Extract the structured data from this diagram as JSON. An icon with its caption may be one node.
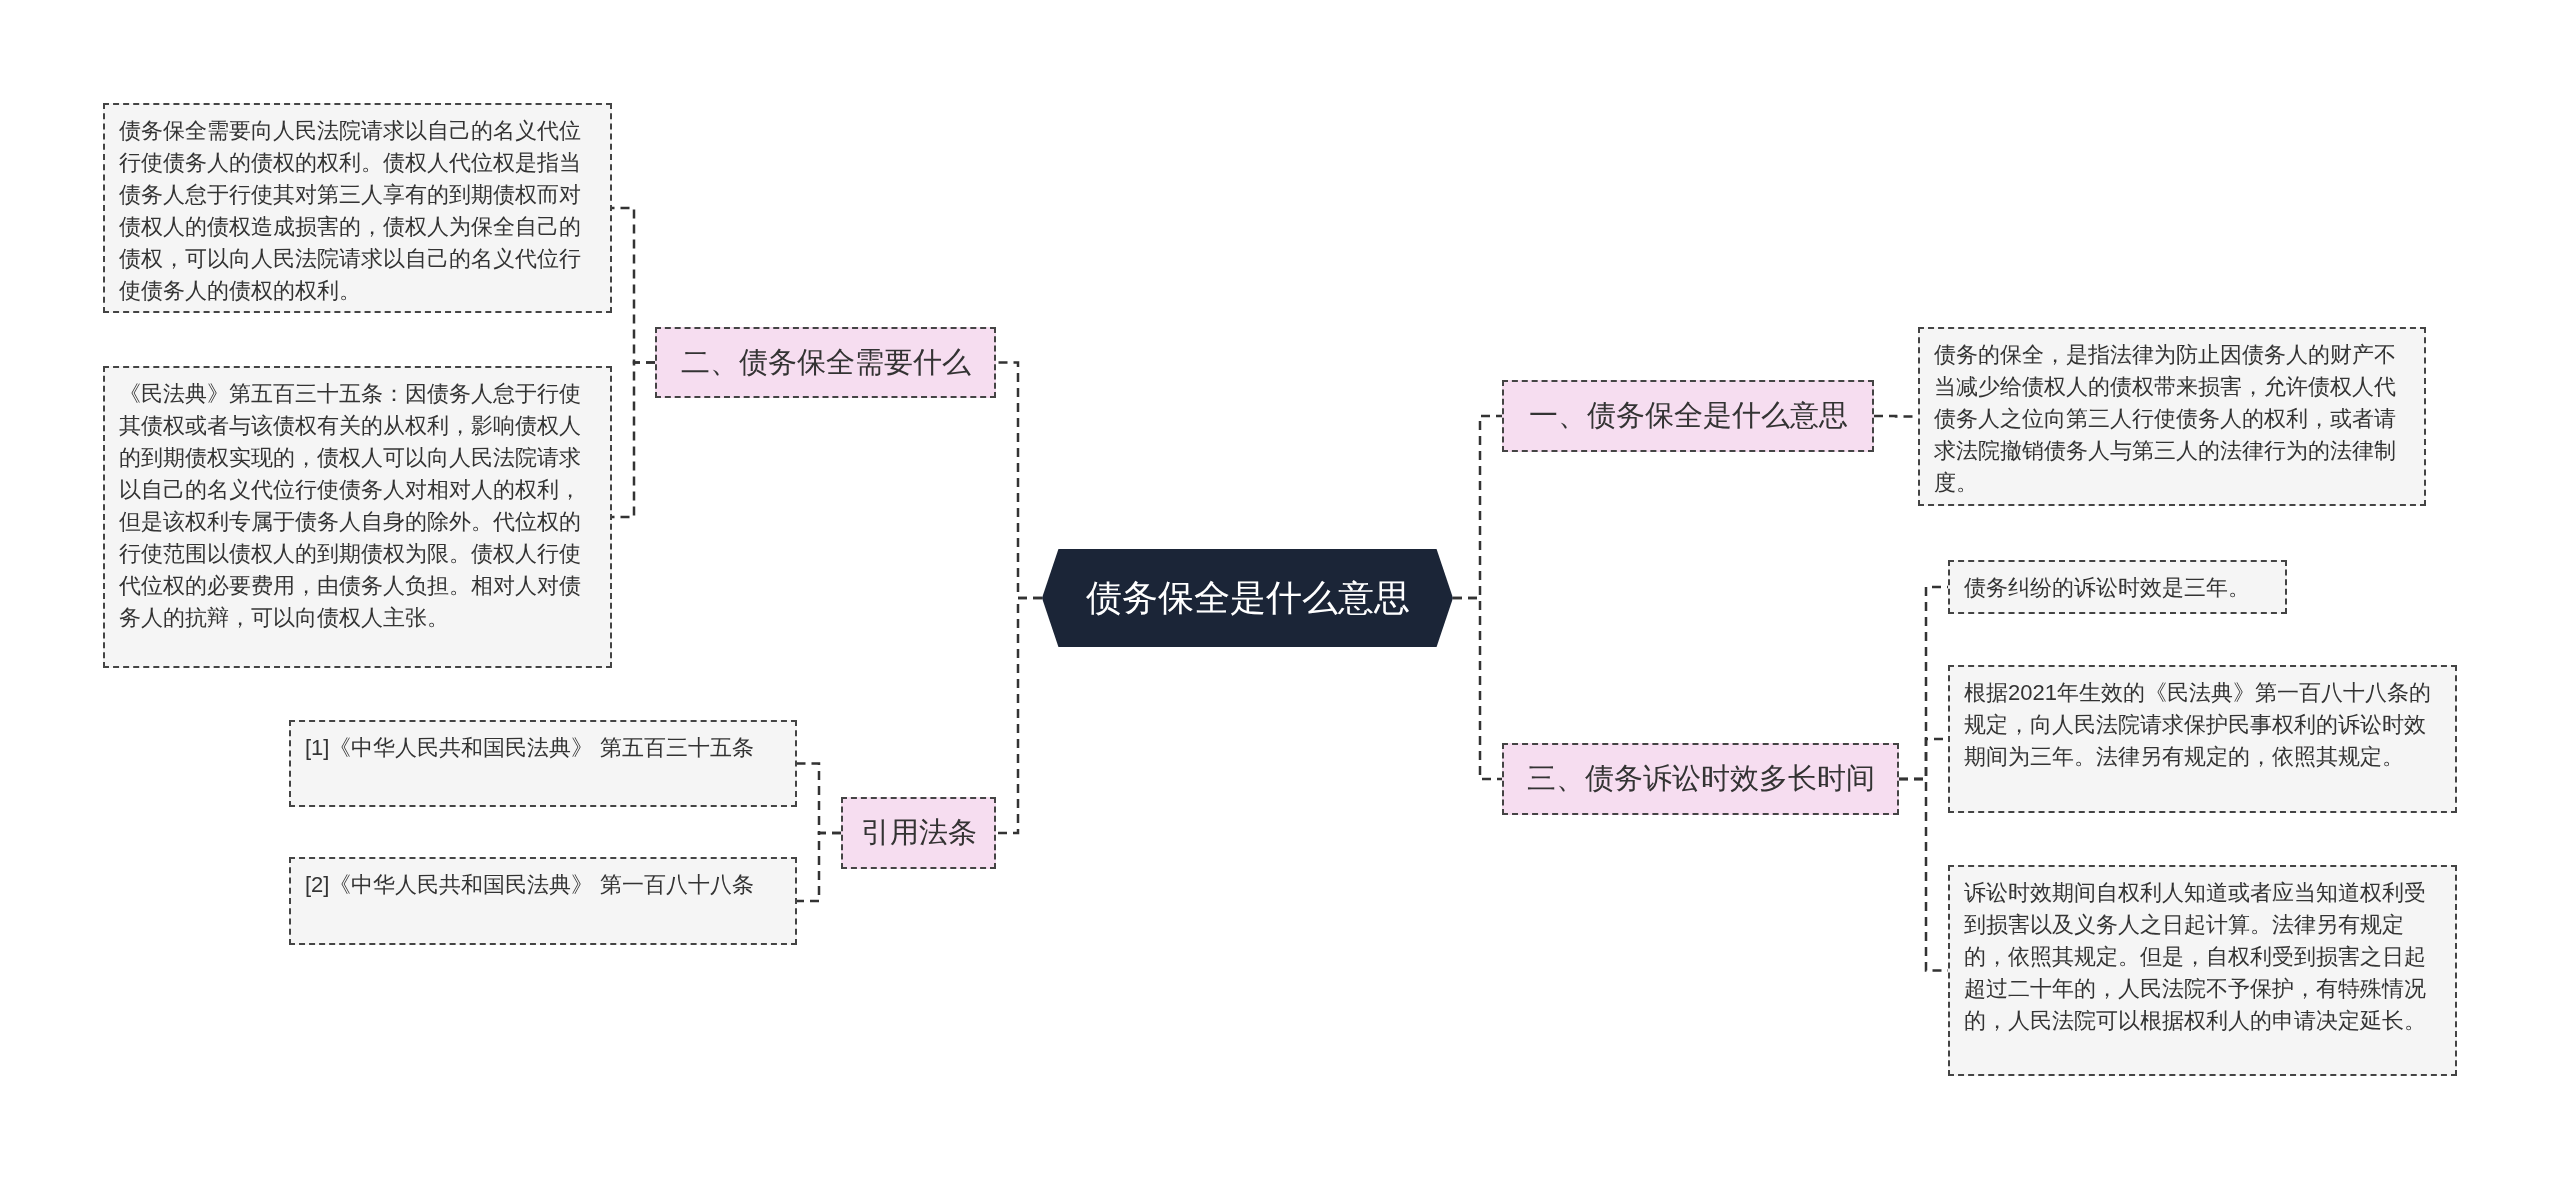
{
  "diagram": {
    "nodes": [
      {
        "text": [
          "债务保全是什么意思"
        ]
      },
      {
        "text": [
          "一、债务保全是什么意思"
        ]
      },
      {
        "text": [
          "债务的保全，是指法律为防止因债务人的财产不当减少给债权人的债权带来损害，允许债权人代债务人之位向第三人行使债务人的权利，或者请求法院撤销债务人与第三人的法律行为的法律制度。"
        ]
      },
      {
        "text": [
          "二、债务保全需要什么"
        ]
      },
      {
        "text": [
          "债务保全需要向人民法院请求以自己的名义代位行使债务人的债权的权利。债权人代位权是指当债务人怠于行使其对第三人享有的到期债权而对债权人的债权造成损害的，债权人为保全自己的债权，可以向人民法院请求以自己的名义代位行使债务人的债权的权利。"
        ]
      },
      {
        "text": [
          "《民法典》第五百三十五条：因债务人怠于行使其债权或者与该债权有关的从权利，影响债权人的到期债权实现的，债权人可以向人民法院请求以自己的名义代位行使债务人对相对人的权利，但是该权利专属于债务人自身的除外。代位权的行使范围以债权人的到期债权为限。债权人行使代位权的必要费用，由债务人负担。相对人对债务人的抗辩，可以向债权人主张。"
        ]
      },
      {
        "text": [
          "三、债务诉讼时效多长时间"
        ]
      },
      {
        "text": [
          "债务纠纷的诉讼时效是三年。"
        ]
      },
      {
        "text": [
          "根据2021年生效的《民法典》第一百八十八条的规定，向人民法院请求保护民事权利的诉讼时效期间为三年。法律另有规定的，依照其规定。"
        ]
      },
      {
        "text": [
          "诉讼时效期间自权利人知道或者应当知道权利受到损害以及义务人之日起计算。法律另有规定的，依照其规定。但是，自权利受到损害之日起超过二十年的，人民法院不予保护，有特殊情况的，人民法院可以根据权利人的申请决定延长。"
        ]
      },
      {
        "text": [
          "引用法条"
        ]
      },
      {
        "text": [
          "[1]《中华人民共和国民法典》 第五百三十五条"
        ]
      },
      {
        "text": [
          "[2]《中华人民共和国民法典》 第一百八十八条"
        ]
      }
    ],
    "edges": [
      {
        "from": 0,
        "to": 1,
        "arrow": "none",
        "style": "dashed"
      },
      {
        "from": 1,
        "to": 2,
        "arrow": "none",
        "style": "dashed"
      },
      {
        "from": 0,
        "to": 3,
        "arrow": "none",
        "style": "dashed"
      },
      {
        "from": 3,
        "to": 4,
        "arrow": "none",
        "style": "dashed"
      },
      {
        "from": 3,
        "to": 5,
        "arrow": "none",
        "style": "dashed"
      },
      {
        "from": 0,
        "to": 6,
        "arrow": "none",
        "style": "dashed"
      },
      {
        "from": 6,
        "to": 7,
        "arrow": "none",
        "style": "dashed"
      },
      {
        "from": 6,
        "to": 8,
        "arrow": "none",
        "style": "dashed"
      },
      {
        "from": 6,
        "to": 9,
        "arrow": "none",
        "style": "dashed"
      },
      {
        "from": 0,
        "to": 10,
        "arrow": "none",
        "style": "dashed"
      },
      {
        "from": 10,
        "to": 11,
        "arrow": "none",
        "style": "dashed"
      },
      {
        "from": 10,
        "to": 12,
        "arrow": "none",
        "style": "dashed"
      }
    ]
  }
}
